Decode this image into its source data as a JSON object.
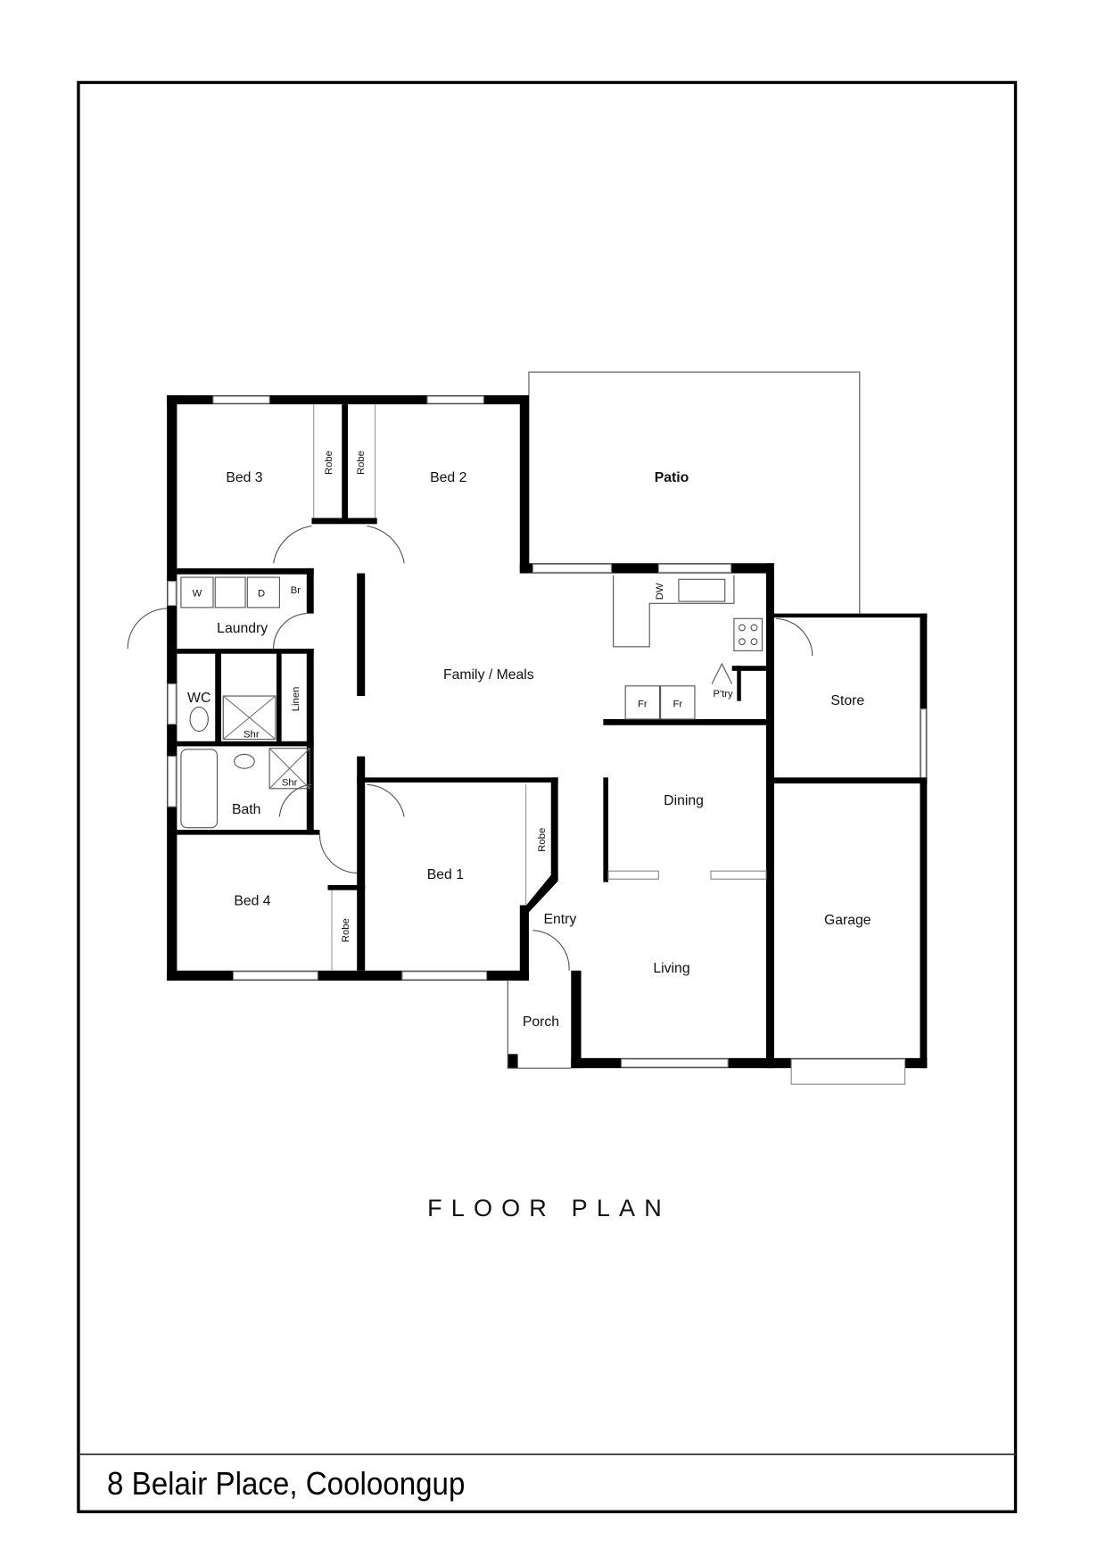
{
  "title": "FLOOR PLAN",
  "address": "8 Belair Place, Cooloongup",
  "rooms": {
    "bed3": "Bed 3",
    "bed2": "Bed 2",
    "robe": "Robe",
    "patio": "Patio",
    "laundry": "Laundry",
    "washer": "W",
    "dryer": "D",
    "broom": "Br",
    "wc": "WC",
    "shower": "Shr",
    "linen": "Linen",
    "bath": "Bath",
    "family_meals": "Family / Meals",
    "dishwasher": "DW",
    "fridge": "Fr",
    "pantry": "P'try",
    "store": "Store",
    "dining": "Dining",
    "bed1": "Bed 1",
    "bed4": "Bed 4",
    "entry": "Entry",
    "living": "Living",
    "garage": "Garage",
    "porch": "Porch"
  }
}
